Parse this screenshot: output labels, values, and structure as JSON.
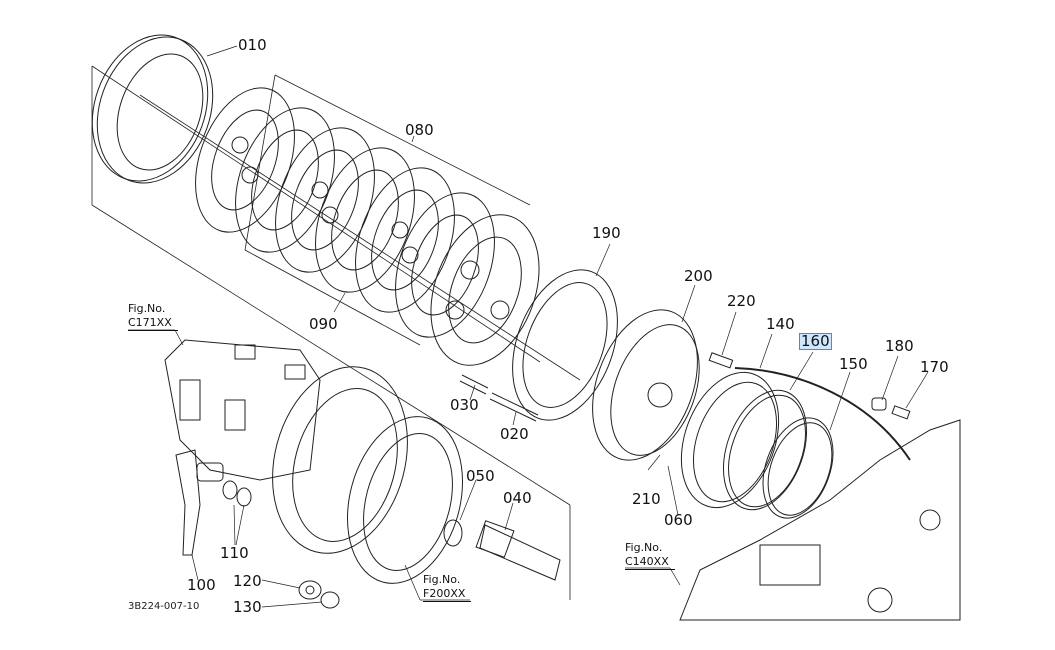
{
  "diagram": {
    "drawing_code": "3B224-007-10",
    "highlighted_part": "160",
    "parts": [
      {
        "ref": "010"
      },
      {
        "ref": "080"
      },
      {
        "ref": "090"
      },
      {
        "ref": "030"
      },
      {
        "ref": "020"
      },
      {
        "ref": "190"
      },
      {
        "ref": "200"
      },
      {
        "ref": "220"
      },
      {
        "ref": "140"
      },
      {
        "ref": "160"
      },
      {
        "ref": "150"
      },
      {
        "ref": "180"
      },
      {
        "ref": "170"
      },
      {
        "ref": "210"
      },
      {
        "ref": "060"
      },
      {
        "ref": "050"
      },
      {
        "ref": "040"
      },
      {
        "ref": "110"
      },
      {
        "ref": "100"
      },
      {
        "ref": "120"
      },
      {
        "ref": "130"
      }
    ],
    "figure_refs": [
      {
        "title": "Fig.No.",
        "number": "C171XX"
      },
      {
        "title": "Fig.No.",
        "number": "F200XX"
      },
      {
        "title": "Fig.No.",
        "number": "C140XX"
      }
    ]
  }
}
